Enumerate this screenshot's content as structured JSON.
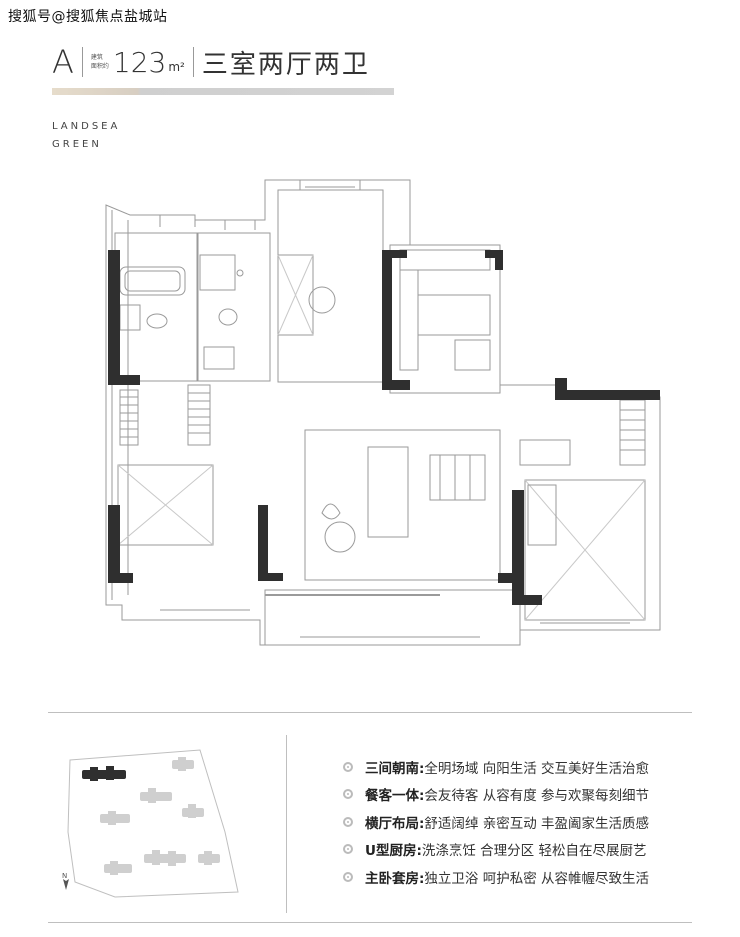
{
  "watermark": "搜狐号@搜狐焦点盐城站",
  "header": {
    "type_letter": "A",
    "area_label_line1": "建筑",
    "area_label_line2": "面积约",
    "area_value": "123",
    "area_unit": "m²",
    "layout_title": "三室两厅两卫"
  },
  "brand": {
    "line1": "LANDSEA",
    "line2": "GREEN"
  },
  "site_plan": {
    "north_label": "N"
  },
  "features": [
    {
      "key": "三间朝南:",
      "text": "全明场域 向阳生活 交互美好生活治愈"
    },
    {
      "key": "餐客一体:",
      "text": "会友待客 从容有度 参与欢聚每刻细节"
    },
    {
      "key": "横厅布局:",
      "text": "舒适阔绰 亲密互动 丰盈阖家生活质感"
    },
    {
      "key": "U型厨房:",
      "text": "洗涤烹饪 合理分区 轻松自在尽展厨艺"
    },
    {
      "key": "主卧套房:",
      "text": "独立卫浴 呵护私密 从容帷幄尽致生活"
    }
  ],
  "colors": {
    "wall": "#2f2f2f",
    "accent_bar_start": "#e6dccb",
    "accent_bar_end": "#d3d3d3",
    "bullet": "#bbbbbb"
  }
}
